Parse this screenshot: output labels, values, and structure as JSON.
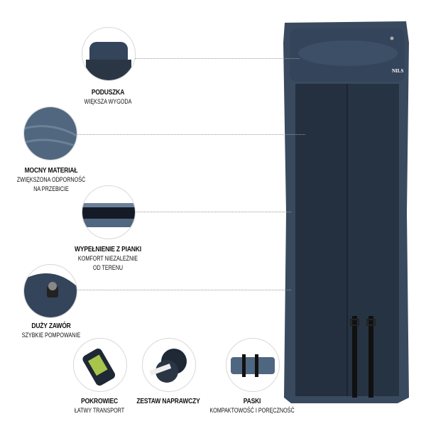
{
  "brand_logo": "NILS",
  "features": [
    {
      "title": "PODUSZKA",
      "lines": [
        "WIĘKSZA WYGODA"
      ],
      "icon": "pillow-image"
    },
    {
      "title": "MOCNY MATERIAŁ",
      "lines": [
        "ZWIĘKSZONA ODPORNOŚĆ",
        "NA PRZEBICIE"
      ],
      "icon": "fabric-image"
    },
    {
      "title": "WYPEŁNIENIE Z PIANKI",
      "lines": [
        "KOMFORT NIEZALEŻNIE",
        "OD TERENU"
      ],
      "icon": "foam-image"
    },
    {
      "title": "DUŻY ZAWÓR",
      "lines": [
        "SZYBKIE POMPOWANIE"
      ],
      "icon": "valve-image"
    }
  ],
  "accessories": [
    {
      "title": "POKROWIEC",
      "lines": [
        "ŁATWY TRANSPORT"
      ],
      "icon": "bag-image"
    },
    {
      "title": "ZESTAW NAPRAWCZY",
      "lines": [],
      "icon": "repair-kit-image"
    },
    {
      "title": "PASKI",
      "lines": [
        "KOMPAKTOWOŚĆ I PORĘCZNOŚĆ"
      ],
      "icon": "straps-image"
    }
  ],
  "colors": {
    "mat": "#2b3645",
    "mat_edge": "#3a4a5e",
    "fabric": "#4f6680"
  }
}
